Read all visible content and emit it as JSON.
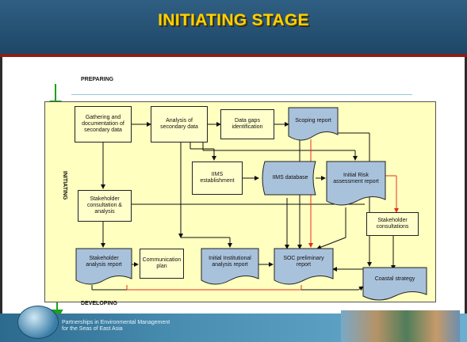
{
  "title": "INITIATING STAGE",
  "labels": {
    "preparing": "PREPARING",
    "initiating": "INITIATING",
    "developing": "DEVELOPING"
  },
  "nodes": {
    "gathering": "Gathering and documentation of secondary data",
    "analysis": "Analysis of secondary data",
    "gaps": "Data gaps identification",
    "scoping": "Scoping report",
    "iims_est": "IIMS establishment",
    "iims_db": "IIMS database",
    "risk": "Initial Risk assessment report",
    "stake_consult": "Stakeholder consultation & analysis",
    "stake_consultations": "Stakeholder consultations",
    "stake_report": "Stakeholder analysis report",
    "comm_plan": "Communication plan",
    "inst_report": "Initial Institutional analysis report",
    "soc": "SOC preliminary report",
    "coastal": "Coastal strategy"
  },
  "footer": {
    "line1": "Partnerships in Environmental Management",
    "line2": "for the Seas of East Asia"
  },
  "colors": {
    "title_text": "#ffd000",
    "title_band": "#2f5f83",
    "accent_line": "#8c1c1c",
    "panel_bg": "#ffffc0",
    "process_box": "#ffffcc",
    "document_box": "#a9c2dc",
    "phase_arrow": "#1aa31a",
    "feedback_arrow": "#e0301e"
  }
}
